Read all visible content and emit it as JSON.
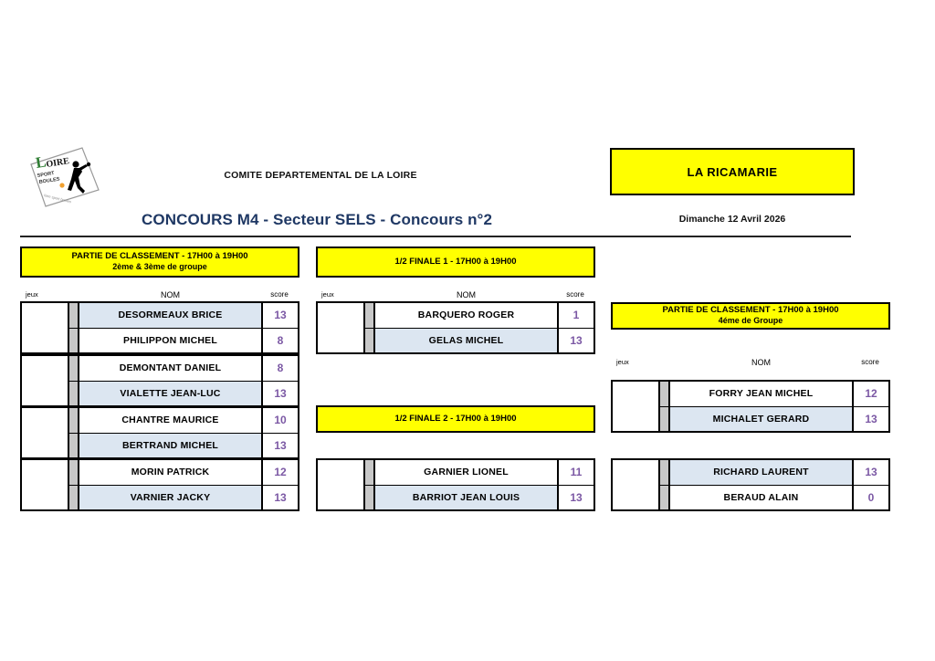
{
  "header": {
    "logo_alt": "loire-sport-boules-logo",
    "committee": "COMITE DEPARTEMENTAL DE LA LOIRE",
    "city": "LA RICAMARIE",
    "title": "CONCOURS M4 - Secteur SELS - Concours n°2",
    "date": "Dimanche 12 Avril 2026"
  },
  "colors": {
    "banner_bg": "#ffff00",
    "title_color": "#1f3864",
    "score_color": "#7b58a4",
    "row_highlight": "#dce6f1",
    "gray_marker": "#c8c8c8"
  },
  "columns": {
    "jeux": "jeux",
    "nom": "NOM",
    "score": "score"
  },
  "sections": [
    {
      "id": "partie-classement-2-3",
      "banner_line1": "PARTIE DE CLASSEMENT - 17H00 à 19H00",
      "banner_line2": "2ème & 3ème de groupe",
      "matches": [
        {
          "players": [
            {
              "name": "DESORMEAUX BRICE",
              "score": "13",
              "highlight": true
            },
            {
              "name": "PHILIPPON MICHEL",
              "score": "8",
              "highlight": false
            }
          ]
        },
        {
          "players": [
            {
              "name": "DEMONTANT DANIEL",
              "score": "8",
              "highlight": false
            },
            {
              "name": "VIALETTE JEAN-LUC",
              "score": "13",
              "highlight": true
            }
          ]
        },
        {
          "players": [
            {
              "name": "CHANTRE MAURICE",
              "score": "10",
              "highlight": false
            },
            {
              "name": "BERTRAND MICHEL",
              "score": "13",
              "highlight": true
            }
          ]
        },
        {
          "players": [
            {
              "name": "MORIN PATRICK",
              "score": "12",
              "highlight": false
            },
            {
              "name": "VARNIER JACKY",
              "score": "13",
              "highlight": true
            }
          ]
        }
      ]
    },
    {
      "id": "demi-finale-1",
      "banner_line1": "1/2 FINALE 1 - 17H00 à 19H00",
      "banner_line2": "",
      "matches": [
        {
          "players": [
            {
              "name": "BARQUERO ROGER",
              "score": "1",
              "highlight": false
            },
            {
              "name": "GELAS MICHEL",
              "score": "13",
              "highlight": true
            }
          ]
        }
      ]
    },
    {
      "id": "demi-finale-2",
      "banner_line1": "1/2 FINALE 2 - 17H00 à 19H00",
      "banner_line2": "",
      "matches": [
        {
          "players": [
            {
              "name": "GARNIER LIONEL",
              "score": "11",
              "highlight": false
            },
            {
              "name": "BARRIOT JEAN LOUIS",
              "score": "13",
              "highlight": true
            }
          ]
        }
      ]
    },
    {
      "id": "partie-classement-4",
      "banner_line1": "PARTIE DE CLASSEMENT - 17H00 à 19H00",
      "banner_line2": "4éme de Groupe",
      "matches": [
        {
          "players": [
            {
              "name": "FORRY JEAN MICHEL",
              "score": "12",
              "highlight": false
            },
            {
              "name": "MICHALET GERARD",
              "score": "13",
              "highlight": true
            }
          ]
        },
        {
          "players": [
            {
              "name": "RICHARD LAURENT",
              "score": "13",
              "highlight": true
            },
            {
              "name": "BERAUD ALAIN",
              "score": "0",
              "highlight": false
            }
          ]
        }
      ]
    }
  ]
}
